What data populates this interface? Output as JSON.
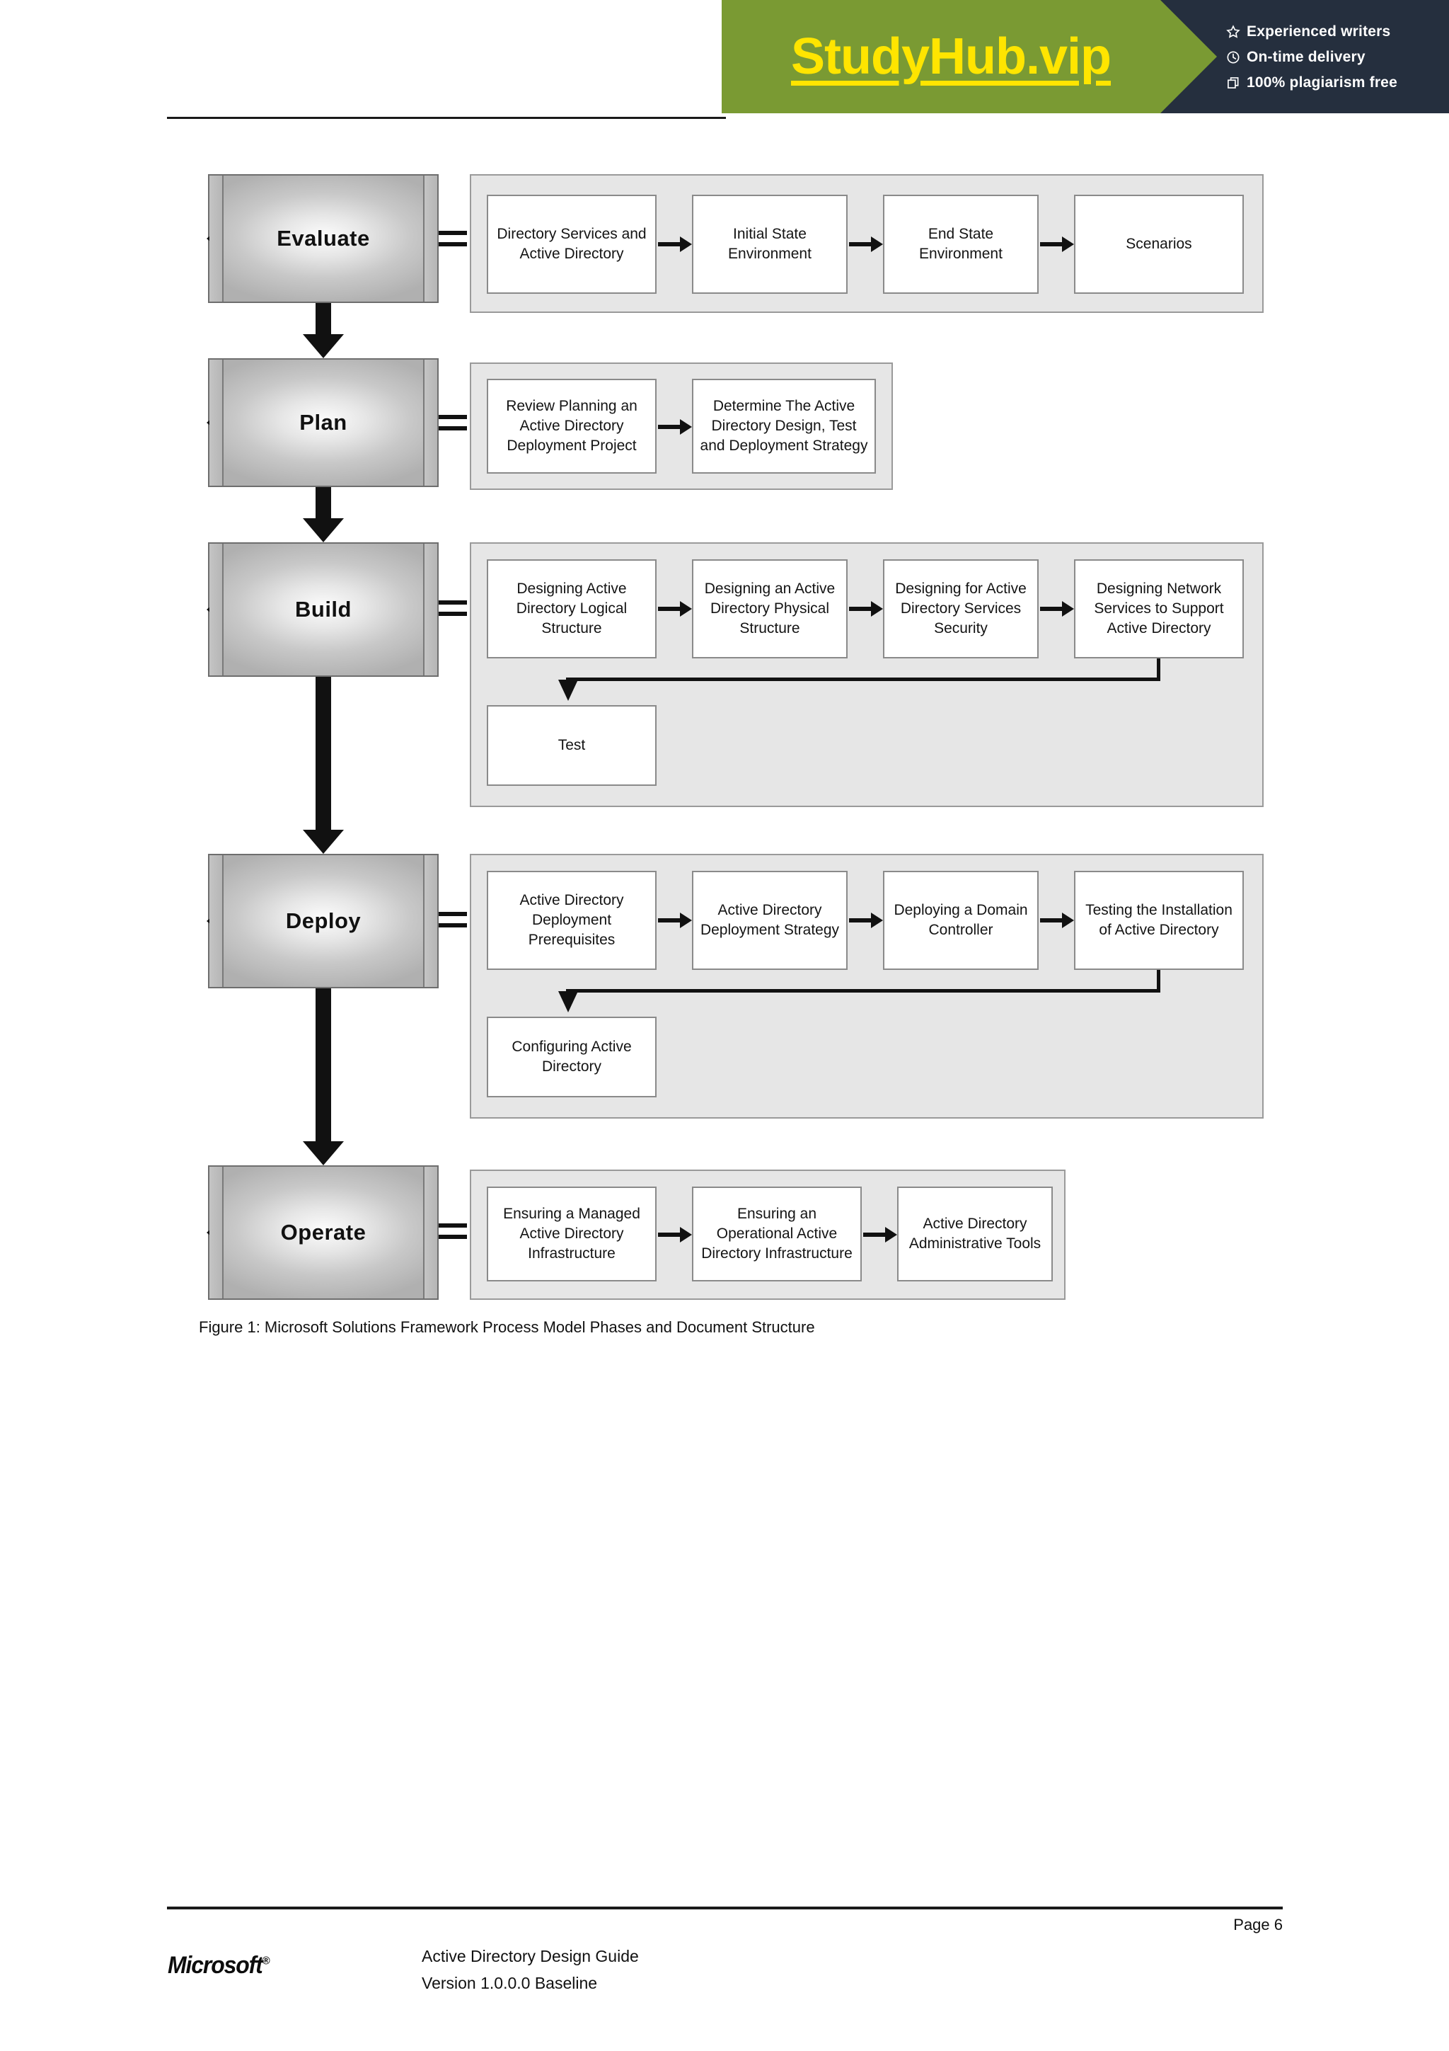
{
  "promo": {
    "brand": "StudyHub.vip",
    "bullets": [
      {
        "icon": "star-icon",
        "label": "Experienced writers"
      },
      {
        "icon": "clock-icon",
        "label": "On-time delivery"
      },
      {
        "icon": "copy-icon",
        "label": "100% plagiarism free"
      }
    ],
    "colors": {
      "green": "#7a9a33",
      "dark": "#252f3e",
      "yellow": "#ffe500"
    }
  },
  "figure": {
    "caption": "Figure 1: Microsoft Solutions Framework Process Model Phases and Document Structure",
    "phases": [
      {
        "name": "Evaluate",
        "documents": [
          "Directory Services and Active Directory",
          "Initial State Environment",
          "End State Environment",
          "Scenarios"
        ],
        "wrapped_documents": []
      },
      {
        "name": "Plan",
        "documents": [
          "Review Planning an Active Directory Deployment Project",
          "Determine The Active Directory Design, Test and Deployment Strategy"
        ],
        "wrapped_documents": []
      },
      {
        "name": "Build",
        "documents": [
          "Designing Active Directory Logical Structure",
          "Designing an Active Directory Physical Structure",
          "Designing for Active Directory Services Security",
          "Designing Network Services to Support Active Directory"
        ],
        "wrapped_documents": [
          "Test"
        ]
      },
      {
        "name": "Deploy",
        "documents": [
          "Active Directory Deployment Prerequisites",
          "Active Directory Deployment Strategy",
          "Deploying a Domain Controller",
          "Testing the Installation of Active Directory"
        ],
        "wrapped_documents": [
          "Configuring Active Directory"
        ]
      },
      {
        "name": "Operate",
        "documents": [
          "Ensuring a Managed Active Directory Infrastructure",
          "Ensuring an Operational Active Directory Infrastructure",
          "Active Directory Administrative Tools"
        ],
        "wrapped_documents": []
      }
    ]
  },
  "footer": {
    "page": "Page 6",
    "logo": "Microsoft",
    "logo_tm": "®",
    "doc_title": "Active Directory Design Guide",
    "doc_version": "Version 1.0.0.0 Baseline"
  }
}
